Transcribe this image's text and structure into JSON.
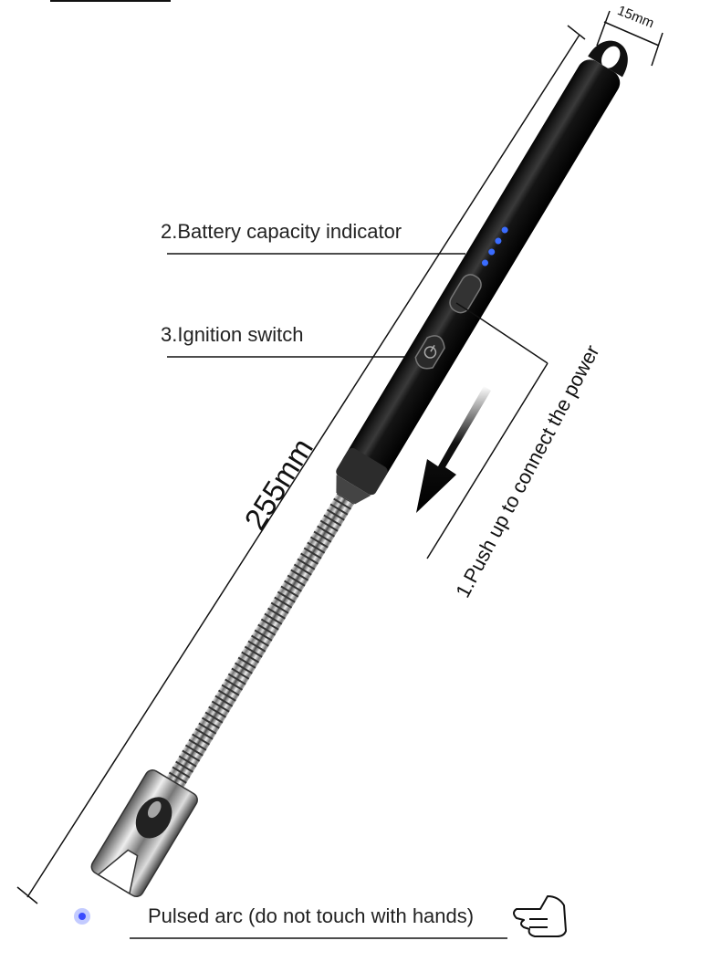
{
  "labels": {
    "width_dim": "15mm",
    "length_dim": "255mm",
    "battery": "2.Battery capacity indicator",
    "ignition": "3.Ignition switch",
    "push": "1.Push up to connect the power",
    "arc": "Pulsed arc (do not touch with hands)"
  },
  "icons": {
    "hand": "pointing-hand-icon",
    "arrow": "arrow-down-left-icon",
    "power": "power-icon"
  },
  "colors": {
    "led": "#3a6cff",
    "body": "#151515",
    "line": "#111111"
  }
}
